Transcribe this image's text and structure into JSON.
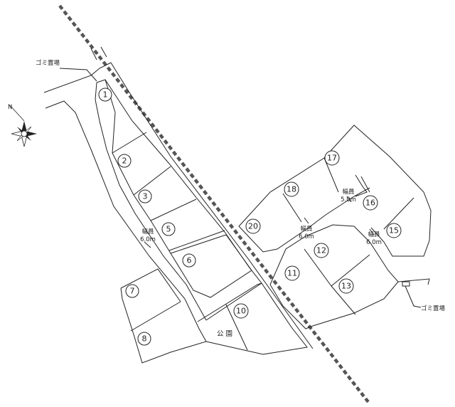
{
  "labels": {
    "garbage_1": "ゴミ置場",
    "garbage_2": "ゴミ置場",
    "park": "公 園",
    "width_main_top": "幅員",
    "width_main_bottom": "6.0m",
    "width_mid_top": "幅員",
    "width_mid_bottom": "6.0m",
    "width_upper_top": "幅員",
    "width_upper_bottom": "5.0m",
    "width_right_top": "幅員",
    "width_right_bottom": "6.0m",
    "compass_n": "N"
  },
  "lots": [
    "1",
    "2",
    "3",
    "5",
    "6",
    "7",
    "8",
    "10",
    "11",
    "12",
    "13",
    "15",
    "16",
    "17",
    "18",
    "20"
  ]
}
